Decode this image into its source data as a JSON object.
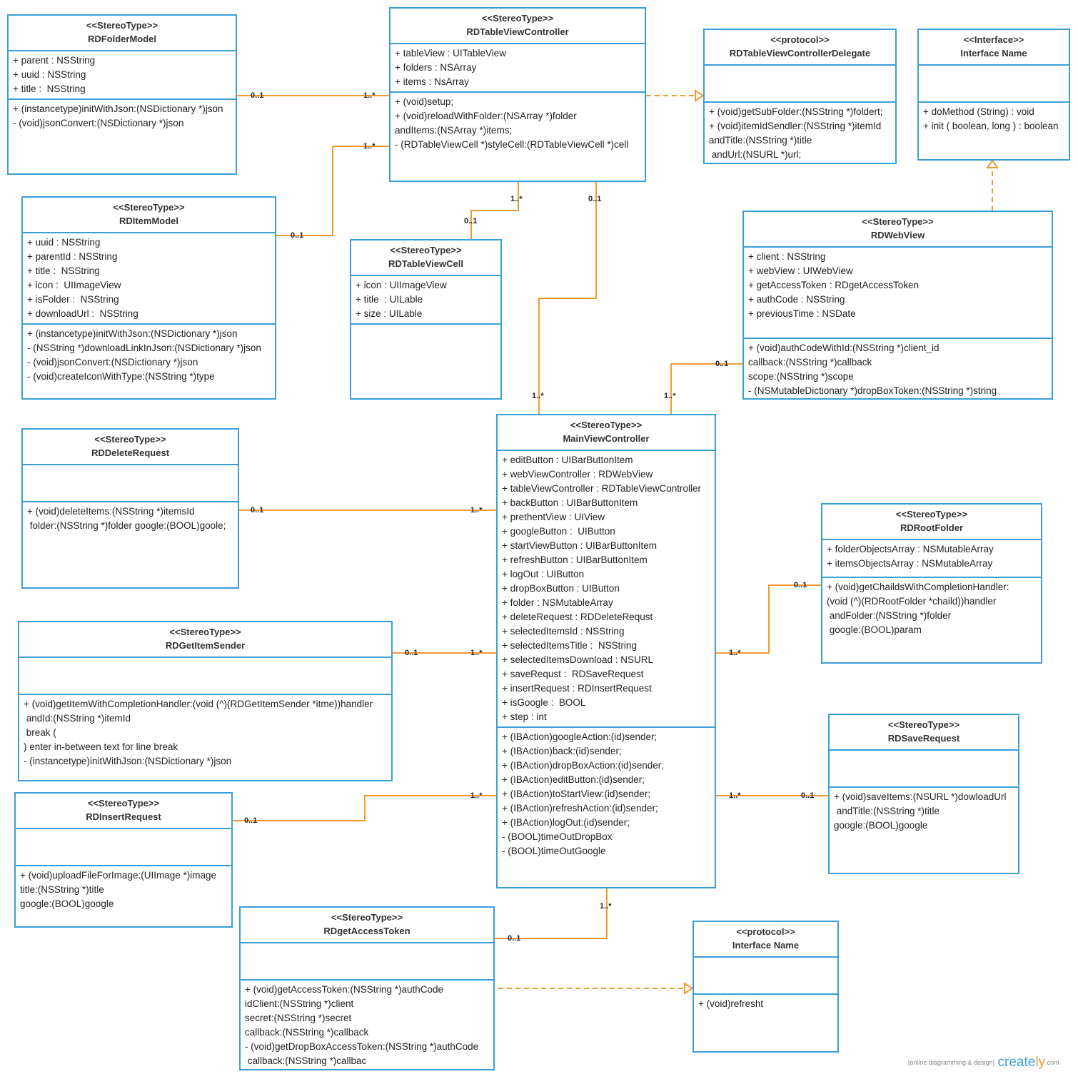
{
  "classes": [
    {
      "id": "RDFolderModel",
      "stereotype": "<<StereoType>>",
      "name": "RDFolderModel",
      "attributes": [
        "+ parent : NSString",
        "+ uuid : NSString",
        "+ title :  NSString"
      ],
      "methods": [
        "+ (instancetype)initWithJson:(NSDictionary *)json",
        "- (void)jsonConvert:(NSDictionary *)json"
      ]
    },
    {
      "id": "RDTableViewController",
      "stereotype": "<<StereoType>>",
      "name": "RDTableViewController",
      "attributes": [
        "+ tableView : UITableView",
        "+ folders : NSArray",
        "+ items : NsArray"
      ],
      "methods": [
        "+ (void)setup;",
        "+ (void)reloadWithFolder:(NSArray *)folder",
        "andItems:(NSArray *)items;",
        "- (RDTableViewCell *)styleCell:(RDTableViewCell *)cell"
      ]
    },
    {
      "id": "RDTableViewControllerDelegate",
      "stereotype": "<<protocol>>",
      "name": "RDTableViewControllerDelegate",
      "attributes": [],
      "methods": [
        "+ (void)getSubFolder:(NSString *)foldert;",
        "+ (void)itemIdSendler:(NSString *)itemId",
        "andTitle:(NSString *)title",
        " andUrl:(NSURL *)url;"
      ]
    },
    {
      "id": "Interface1",
      "stereotype": "<<Interface>>",
      "name": "Interface Name",
      "attributes": [],
      "methods": [
        "+ doMethod (String) : void",
        "+ init ( boolean, long ) : boolean"
      ]
    },
    {
      "id": "RDItemModel",
      "stereotype": "<<StereoType>>",
      "name": "RDItemModel",
      "attributes": [
        "+ uuid : NSString",
        "+ parentId : NSString",
        "+ title :  NSString",
        "+ icon :  UIImageView",
        "+ isFolder :  NSString",
        "+ downloadUrl :  NSString"
      ],
      "methods": [
        "+ (instancetype)initWithJson:(NSDictionary *)json",
        "- (NSString *)downloadLinkInJson:(NSDictionary *)json",
        "- (void)jsonConvert:(NSDictionary *)json",
        "- (void)createIconWithType:(NSString *)type"
      ]
    },
    {
      "id": "RDTableViewCell",
      "stereotype": "<<StereoType>>",
      "name": "RDTableViewCell",
      "attributes": [
        "+ icon : UIImageView",
        "+ title  : UILable",
        "+ size : UILable"
      ],
      "methods": []
    },
    {
      "id": "RDWebView",
      "stereotype": "<<StereoType>>",
      "name": "RDWebView",
      "attributes": [
        "+ client : NSString",
        "+ webView : UIWebView",
        "+ getAccessToken : RDgetAccessToken",
        "+ authCode : NSString",
        "+ previousTime : NSDate"
      ],
      "methods": [
        "+ (void)authCodeWithId:(NSString *)client_id",
        "callback:(NSString *)callback",
        "scope:(NSString *)scope",
        "- (NSMutableDictionary *)dropBoxToken:(NSString *)string"
      ]
    },
    {
      "id": "RDDeleteRequest",
      "stereotype": "<<StereoType>>",
      "name": "RDDeleteRequest",
      "attributes": [],
      "methods": [
        "+ (void)deleteItems:(NSString *)itemsId",
        " folder:(NSString *)folder google:(BOOL)goole;"
      ]
    },
    {
      "id": "MainViewController",
      "stereotype": "<<StereoType>>",
      "name": "MainViewController",
      "attributes": [
        "+ editButton : UIBarButtonItem",
        "+ webViewController : RDWebView",
        "+ tableViewController : RDTableViewController",
        "+ backButton : UIBarButtonItem",
        "+ prethentView : UIView",
        "+ googleButton :  UIButton",
        "+ startViewButton : UIBarButtonItem",
        "+ refreshButton : UIBarButtonItem",
        "+ logOut : UIButton",
        "+ dropBoxButton : UIButton",
        "+ folder : NSMutableArray",
        "+ deleteRequest : RDDeleteRequst",
        "+ selectedItemsId : NSString",
        "+ selectedItemsTitle :  NSString",
        "+ selectedItemsDownload : NSURL",
        "+ saveRequst :  RDSaveRequest",
        "+ insertRequest : RDInsertRequest",
        "+ isGoogle :  BOOL",
        "+ step : int"
      ],
      "methods": [
        "+ (IBAction)googleAction:(id)sender;",
        "+ (IBAction)back:(id)sender;",
        "+ (IBAction)dropBoxAction:(id)sender;",
        "+ (IBAction)editButton:(id)sender;",
        "+ (IBAction)toStartView:(id)sender;",
        "+ (IBAction)refreshAction:(id)sender;",
        "+ (IBAction)logOut:(id)sender;",
        "- (BOOL)timeOutDropBox",
        "- (BOOL)timeOutGoogle"
      ]
    },
    {
      "id": "RDRootFolder",
      "stereotype": "<<StereoType>>",
      "name": "RDRootFolder",
      "attributes": [
        "+ folderObjectsArray : NSMutableArray",
        "+ itemsObjectsArray : NSMutableArray"
      ],
      "methods": [
        "+ (void)getChaildsWithCompletionHandler:",
        "(void (^)(RDRootFolder *chaild))handler",
        " andFolder:(NSString *)folder",
        " google:(BOOL)param"
      ]
    },
    {
      "id": "RDGetItemSender",
      "stereotype": "<<StereoType>>",
      "name": "RDGetItemSender",
      "attributes": [],
      "methods": [
        "+ (void)getItemWithCompletionHandler:(void (^)(RDGetItemSender *itme))handler",
        " andId:(NSString *)itemId",
        " break (",
        ") enter in-between text for line break",
        "- (instancetype)initWithJson:(NSDictionary *)json"
      ]
    },
    {
      "id": "RDSaveRequest",
      "stereotype": "<<StereoType>>",
      "name": "RDSaveRequest",
      "attributes": [],
      "methods": [
        "+ (void)saveItems:(NSURL *)dowloadUrl",
        " andTitle:(NSString *)title",
        "google:(BOOL)google"
      ]
    },
    {
      "id": "RDInsertRequest",
      "stereotype": "<<StereoType>>",
      "name": "RDInsertRequest",
      "attributes": [],
      "methods": [
        "+ (void)uploadFileForImage:(UIImage *)image",
        "title:(NSString *)title",
        "google:(BOOL)google"
      ]
    },
    {
      "id": "RDgetAccessToken",
      "stereotype": "<<StereoType>>",
      "name": "RDgetAccessToken",
      "attributes": [],
      "methods": [
        "+ (void)getAccessToken:(NSString *)authCode",
        "idClient:(NSString *)client",
        "secret:(NSString *)secret",
        "callback:(NSString *)callback",
        "- (void)getDropBoxAccessToken:(NSString *)authCode",
        " callback:(NSString *)callbac"
      ]
    },
    {
      "id": "Interface2",
      "stereotype": "<<protocol>>",
      "name": "Interface Name",
      "attributes": [],
      "methods": [
        "+ (void)refresht"
      ]
    }
  ],
  "multiplicities": [
    "0..1",
    "1..*",
    "1..*",
    "0..1",
    "1..*",
    "0..1",
    "0..1",
    "1..*",
    "1..*",
    "0..1",
    "0..1",
    "1..*",
    "0..1",
    "1..*",
    "0..1",
    "1..*",
    "0..1",
    "1..*",
    "1..*",
    "0..1",
    "1..*",
    "0..1"
  ],
  "colors": {
    "class_border": "#3a9fd8",
    "connector": "#f29a2e"
  },
  "branding": {
    "tagline": "[online diagramming & design]",
    "logo_pre": "create",
    "logo_post": "ly",
    "logo_suffix": ".com"
  }
}
